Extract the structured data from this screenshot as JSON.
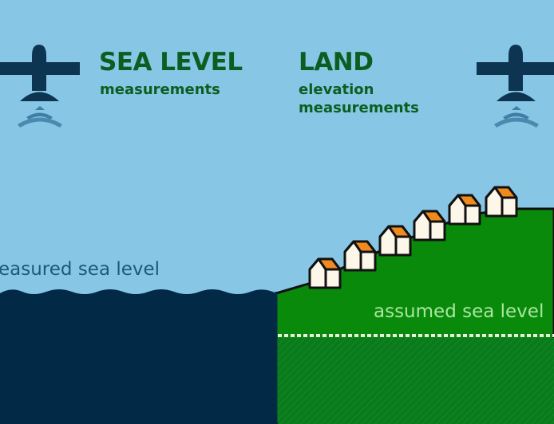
{
  "diagram": {
    "sea_panel": {
      "title": "SEA LEVEL",
      "subtitle": "measurements",
      "water_label": "easured sea level"
    },
    "land_panel": {
      "title": "LAND",
      "subtitle_line1": "elevation",
      "subtitle_line2": "measurements",
      "reference_label": "assumed sea level"
    },
    "icons": [
      "satellite-icon-left",
      "satellite-icon-right",
      "house-icon x6"
    ],
    "colors": {
      "sky": "#87c6e4",
      "sea": "#022a47",
      "land": "#0a8a0a",
      "land_below": "#0b7a1c",
      "title_text": "#0b5e22",
      "roof": "#ee8a1e",
      "house_wall": "#fdf7ea",
      "satellite": "#0d3552",
      "signal": "#3f7fa6"
    },
    "house_count": 6
  }
}
